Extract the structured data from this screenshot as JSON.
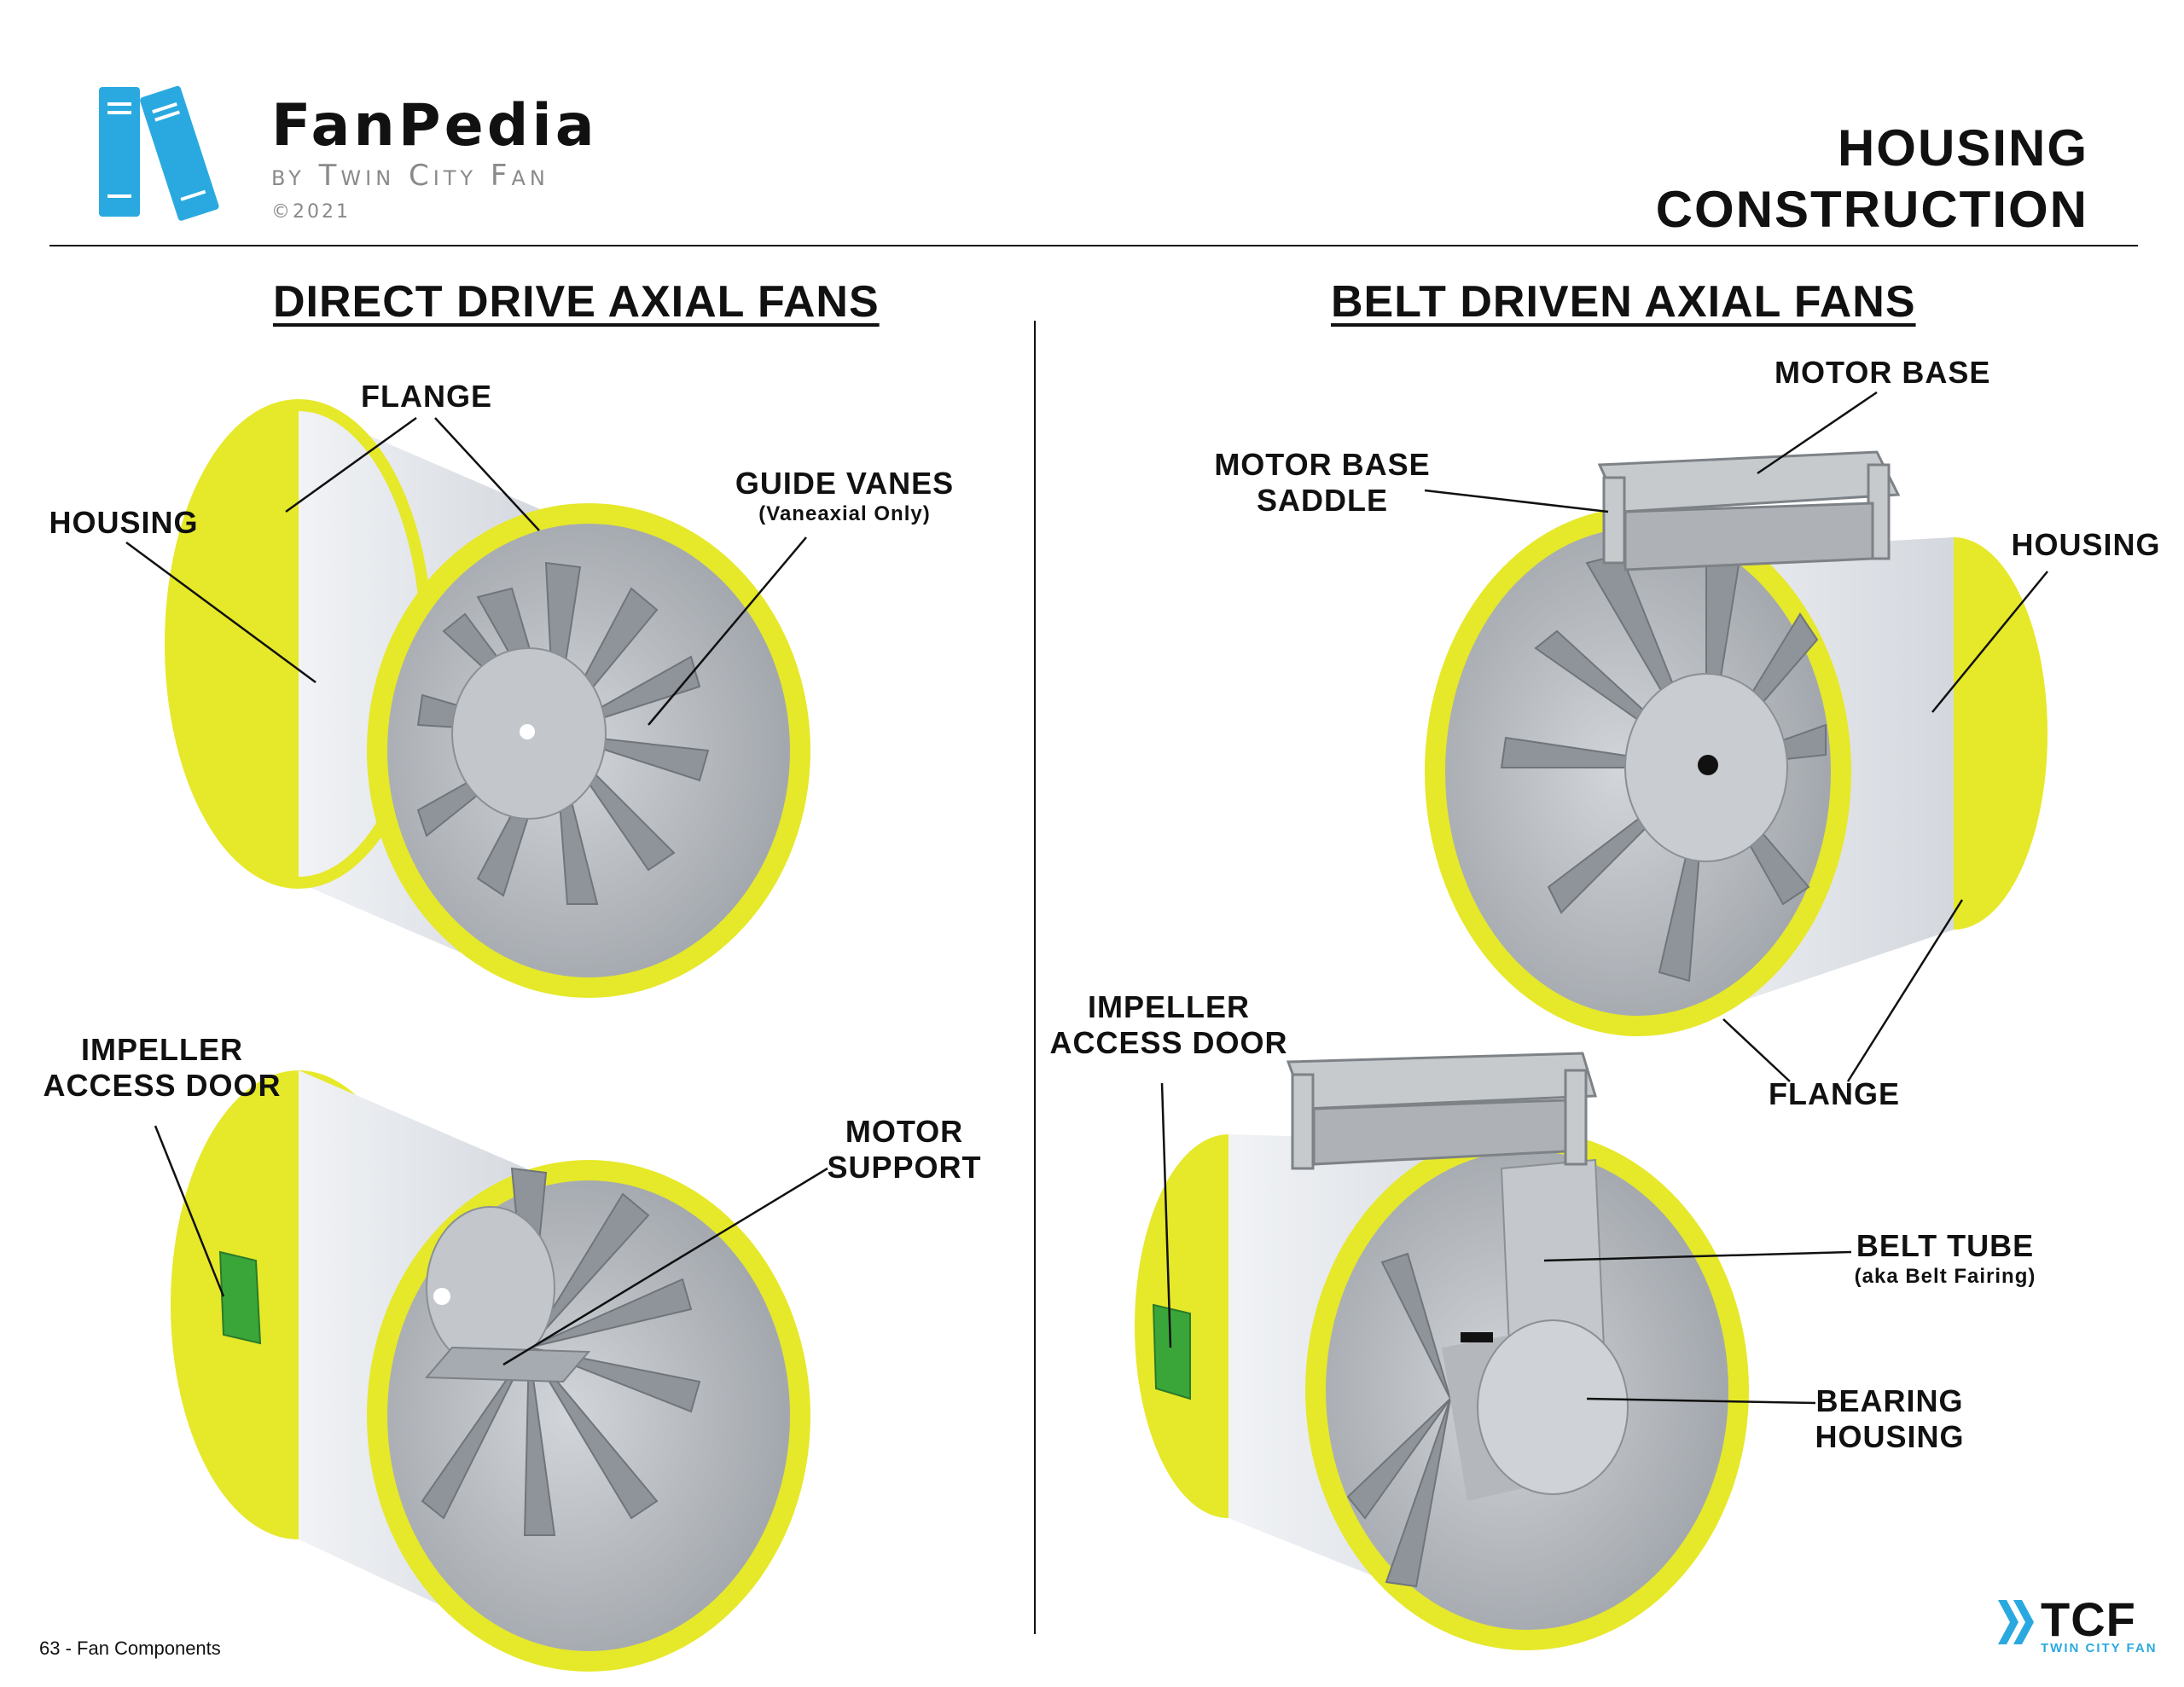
{
  "header": {
    "brand_title": "FanPedia",
    "brand_sub": "by Twin City Fan",
    "brand_copy": "©2021",
    "page_title_line1": "HOUSING",
    "page_title_line2": "CONSTRUCTION"
  },
  "sections": {
    "left_title": "DIRECT DRIVE AXIAL FANS",
    "right_title": "BELT DRIVEN AXIAL FANS"
  },
  "labels": {
    "dd_flange": "FLANGE",
    "dd_housing": "HOUSING",
    "dd_guide_vanes": "GUIDE VANES",
    "dd_guide_vanes_note": "(Vaneaxial Only)",
    "dd_impeller_line1": "IMPELLER",
    "dd_impeller_line2": "ACCESS DOOR",
    "dd_motor_support_line1": "MOTOR",
    "dd_motor_support_line2": "SUPPORT",
    "bd_motor_base": "MOTOR BASE",
    "bd_motor_base_saddle_line1": "MOTOR BASE",
    "bd_motor_base_saddle_line2": "SADDLE",
    "bd_housing": "HOUSING",
    "bd_flange": "FLANGE",
    "bd_impeller_line1": "IMPELLER",
    "bd_impeller_line2": "ACCESS DOOR",
    "bd_belt_tube": "BELT TUBE",
    "bd_belt_tube_note": "(aka Belt Fairing)",
    "bd_bearing_line1": "BEARING",
    "bd_bearing_line2": "HOUSING"
  },
  "footer": {
    "page_ref": "63 - Fan Components",
    "tcf_mark": "TCF",
    "tcf_sub": "TWIN CITY FAN"
  },
  "colors": {
    "flange": "#e6e82a",
    "housing": "#dfe3e8",
    "interior": "#b9bdc2",
    "access_door": "#3aa63a",
    "logo_blue": "#2aa9e0"
  }
}
